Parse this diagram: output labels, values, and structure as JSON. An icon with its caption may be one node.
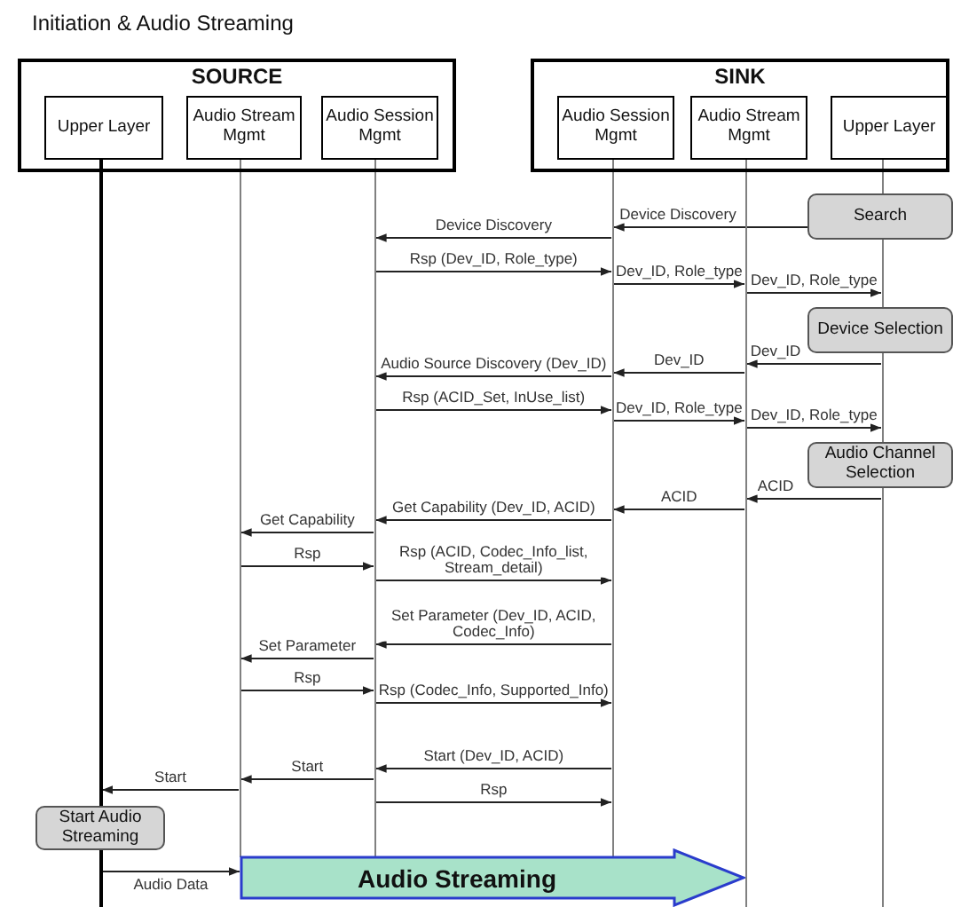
{
  "diagram": {
    "title": "Initiation & Audio Streaming",
    "nodes": [
      {
        "text": [
          "SOURCE"
        ]
      },
      {
        "text": [
          "Upper Layer"
        ],
        "in": 0
      },
      {
        "text": [
          "Audio Stream Mgmt"
        ],
        "in": 0
      },
      {
        "text": [
          "Audio Session Mgmt"
        ],
        "in": 0
      },
      {
        "text": [
          "SINK"
        ]
      },
      {
        "text": [
          "Audio Session Mgmt"
        ],
        "in": 4
      },
      {
        "text": [
          "Audio Stream Mgmt"
        ],
        "in": 4
      },
      {
        "text": [
          "Upper Layer"
        ],
        "in": 4
      },
      {
        "text": [
          "Search"
        ]
      },
      {
        "text": [
          "Device Selection"
        ]
      },
      {
        "text": [
          "Audio Channel Selection"
        ]
      },
      {
        "text": [
          "Start Audio Streaming"
        ]
      },
      {
        "text": [
          "Audio Streaming"
        ]
      },
      {
        "text": [],
        "shape": "line"
      },
      {
        "text": [],
        "shape": "line"
      },
      {
        "text": [],
        "shape": "line"
      },
      {
        "text": [],
        "shape": "line"
      },
      {
        "text": [],
        "shape": "line"
      },
      {
        "text": [],
        "shape": "line"
      },
      {
        "text": [],
        "shape": "line"
      }
    ],
    "edges": [
      {
        "from": 8,
        "to": 16,
        "arrow": "to",
        "label": "Device Discovery"
      },
      {
        "from": 16,
        "to": 15,
        "arrow": "to",
        "label": "Device Discovery"
      },
      {
        "from": 15,
        "to": 16,
        "arrow": "to",
        "label": "Rsp (Dev_ID, Role_type)"
      },
      {
        "from": 16,
        "to": 17,
        "arrow": "to",
        "label": "Dev_ID, Role_type"
      },
      {
        "from": 17,
        "to": 18,
        "arrow": "to",
        "label": "Dev_ID, Role_type"
      },
      {
        "from": 18,
        "to": 17,
        "arrow": "to",
        "label": "Dev_ID"
      },
      {
        "from": 17,
        "to": 16,
        "arrow": "to",
        "label": "Dev_ID"
      },
      {
        "from": 16,
        "to": 15,
        "arrow": "to",
        "label": "Audio Source Discovery (Dev_ID)"
      },
      {
        "from": 15,
        "to": 16,
        "arrow": "to",
        "label": "Rsp (ACID_Set, InUse_list)"
      },
      {
        "from": 16,
        "to": 17,
        "arrow": "to",
        "label": "Dev_ID, Role_type"
      },
      {
        "from": 17,
        "to": 18,
        "arrow": "to",
        "label": "Dev_ID, Role_type"
      },
      {
        "from": 18,
        "to": 17,
        "arrow": "to",
        "label": "ACID"
      },
      {
        "from": 17,
        "to": 16,
        "arrow": "to",
        "label": "ACID"
      },
      {
        "from": 16,
        "to": 15,
        "arrow": "to",
        "label": "Get Capability (Dev_ID, ACID)"
      },
      {
        "from": 15,
        "to": 14,
        "arrow": "to",
        "label": "Get Capability"
      },
      {
        "from": 14,
        "to": 15,
        "arrow": "to",
        "label": "Rsp"
      },
      {
        "from": 15,
        "to": 16,
        "arrow": "to",
        "label": "Rsp (ACID, Codec_Info_list, Stream_detail)"
      },
      {
        "from": 16,
        "to": 15,
        "arrow": "to",
        "label": "Set Parameter (Dev_ID, ACID, Codec_Info)"
      },
      {
        "from": 15,
        "to": 14,
        "arrow": "to",
        "label": "Set Parameter"
      },
      {
        "from": 14,
        "to": 15,
        "arrow": "to",
        "label": "Rsp"
      },
      {
        "from": 15,
        "to": 16,
        "arrow": "to",
        "label": "Rsp (Codec_Info, Supported_Info)"
      },
      {
        "from": 16,
        "to": 15,
        "arrow": "to",
        "label": "Start (Dev_ID, ACID)"
      },
      {
        "from": 15,
        "to": 14,
        "arrow": "to",
        "label": "Start"
      },
      {
        "from": 14,
        "to": 13,
        "arrow": "to",
        "label": "Start"
      },
      {
        "from": 15,
        "to": 16,
        "arrow": "to",
        "label": "Rsp"
      },
      {
        "from": 19,
        "to": 12,
        "arrow": "to",
        "label": "Audio Data"
      }
    ]
  }
}
